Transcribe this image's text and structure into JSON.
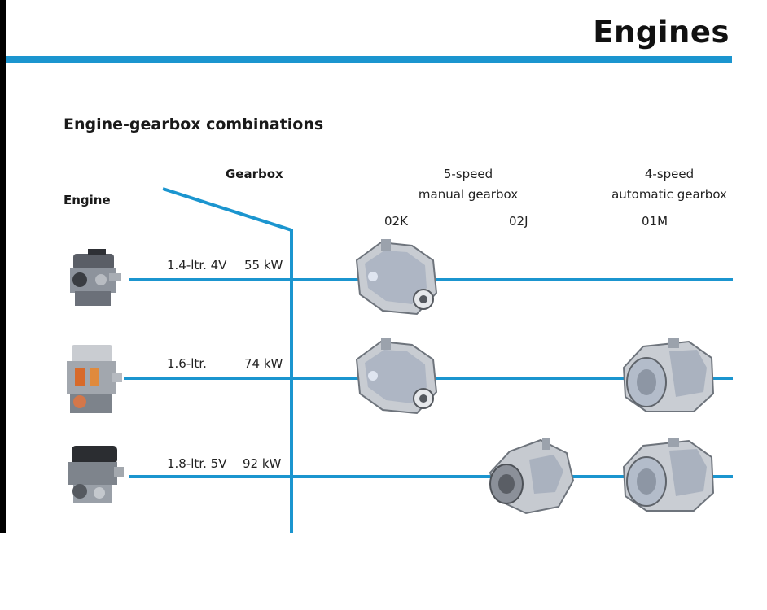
{
  "page": {
    "title": "Engines"
  },
  "section": {
    "heading": "Engine-gearbox combinations"
  },
  "table": {
    "gearbox_header": "Gearbox",
    "engine_header": "Engine",
    "manual_header_line1": "5-speed",
    "manual_header_line2": "manual gearbox",
    "auto_header_line1": "4-speed",
    "auto_header_line2": "automatic gearbox",
    "codes": [
      "02K",
      "02J",
      "01M"
    ],
    "rows": [
      {
        "engine": "1.4-ltr. 4V",
        "power": "55 kW"
      },
      {
        "engine": "1.6-ltr.",
        "power": "74 kW"
      },
      {
        "engine": "1.8-ltr. 5V",
        "power": "92 kW"
      }
    ]
  },
  "colors": {
    "accent": "#1b95cf"
  }
}
